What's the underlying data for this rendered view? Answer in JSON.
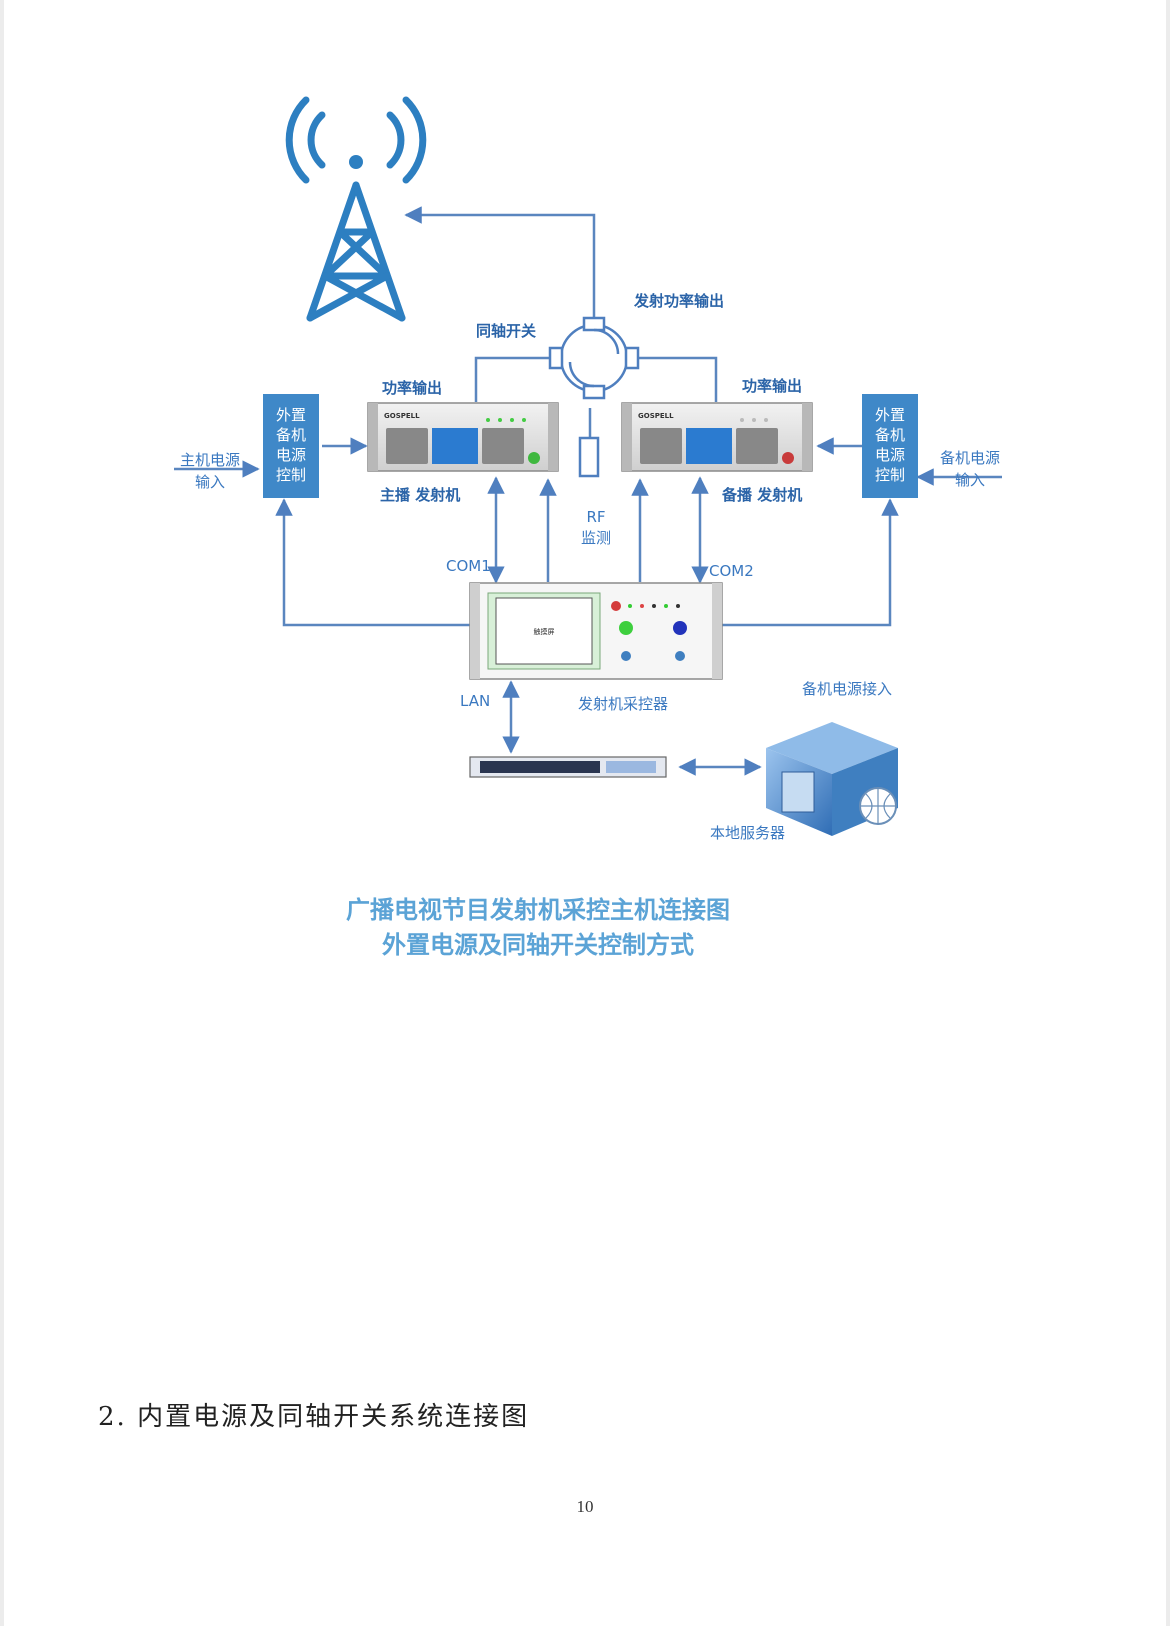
{
  "diagram": {
    "labels": {
      "power_output_top": "发射功率输出",
      "coax_switch": "同轴开关",
      "main_power_out": "功率输出",
      "backup_power_out": "功率输出",
      "main_transmitter": "主播 发射机",
      "backup_transmitter": "备播 发射机",
      "rf_line1": "RF",
      "rf_line2": "监测",
      "com1": "COM1",
      "com2": "COM2",
      "lan": "LAN",
      "controller": "发射机采控器",
      "touchscreen": "触摸屏",
      "backup_power_access": "备机电源接入",
      "local_server": "本地服务器",
      "main_power_input_line1": "主机电源",
      "main_power_input_line2": "输入",
      "backup_power_input_line1": "备机电源",
      "backup_power_input_line2": "输入"
    },
    "left_control_box": [
      "外置",
      "备机",
      "电源",
      "控制"
    ],
    "right_control_box": [
      "外置",
      "备机",
      "电源",
      "控制"
    ],
    "transmitter_brand": "GOSPELL",
    "title_line1": "广播电视节目发射机采控主机连接图",
    "title_line2": "外置电源及同轴开关控制方式",
    "colors": {
      "line": "#5a86bf",
      "box": "#3f88c8",
      "antenna": "#2d7fc1",
      "title": "#5ba3d6"
    }
  },
  "section_heading": "2. 内置电源及同轴开关系统连接图",
  "page_number": "10"
}
